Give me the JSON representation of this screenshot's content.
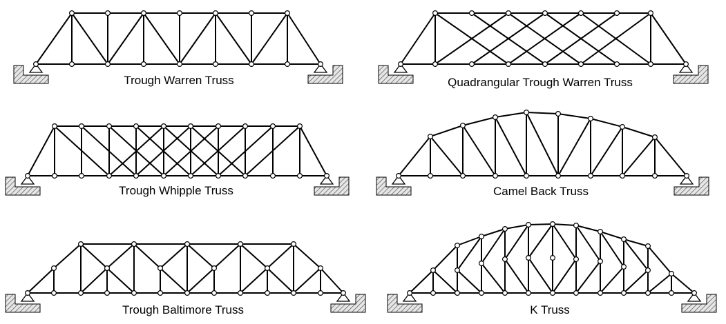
{
  "diagrams": [
    {
      "key": "trough_warren",
      "caption": "Trough Warren Truss"
    },
    {
      "key": "quadrangular_trough_warren",
      "caption": "Quadrangular Trough Warren Truss"
    },
    {
      "key": "trough_whipple",
      "caption": "Trough Whipple Truss"
    },
    {
      "key": "camel_back",
      "caption": "Camel Back Truss"
    },
    {
      "key": "trough_baltimore",
      "caption": "Trough Baltimore Truss"
    },
    {
      "key": "k_truss",
      "caption": "K Truss"
    }
  ],
  "colors": {
    "line": "#000000",
    "node_fill": "#ffffff",
    "background": "#ffffff"
  }
}
